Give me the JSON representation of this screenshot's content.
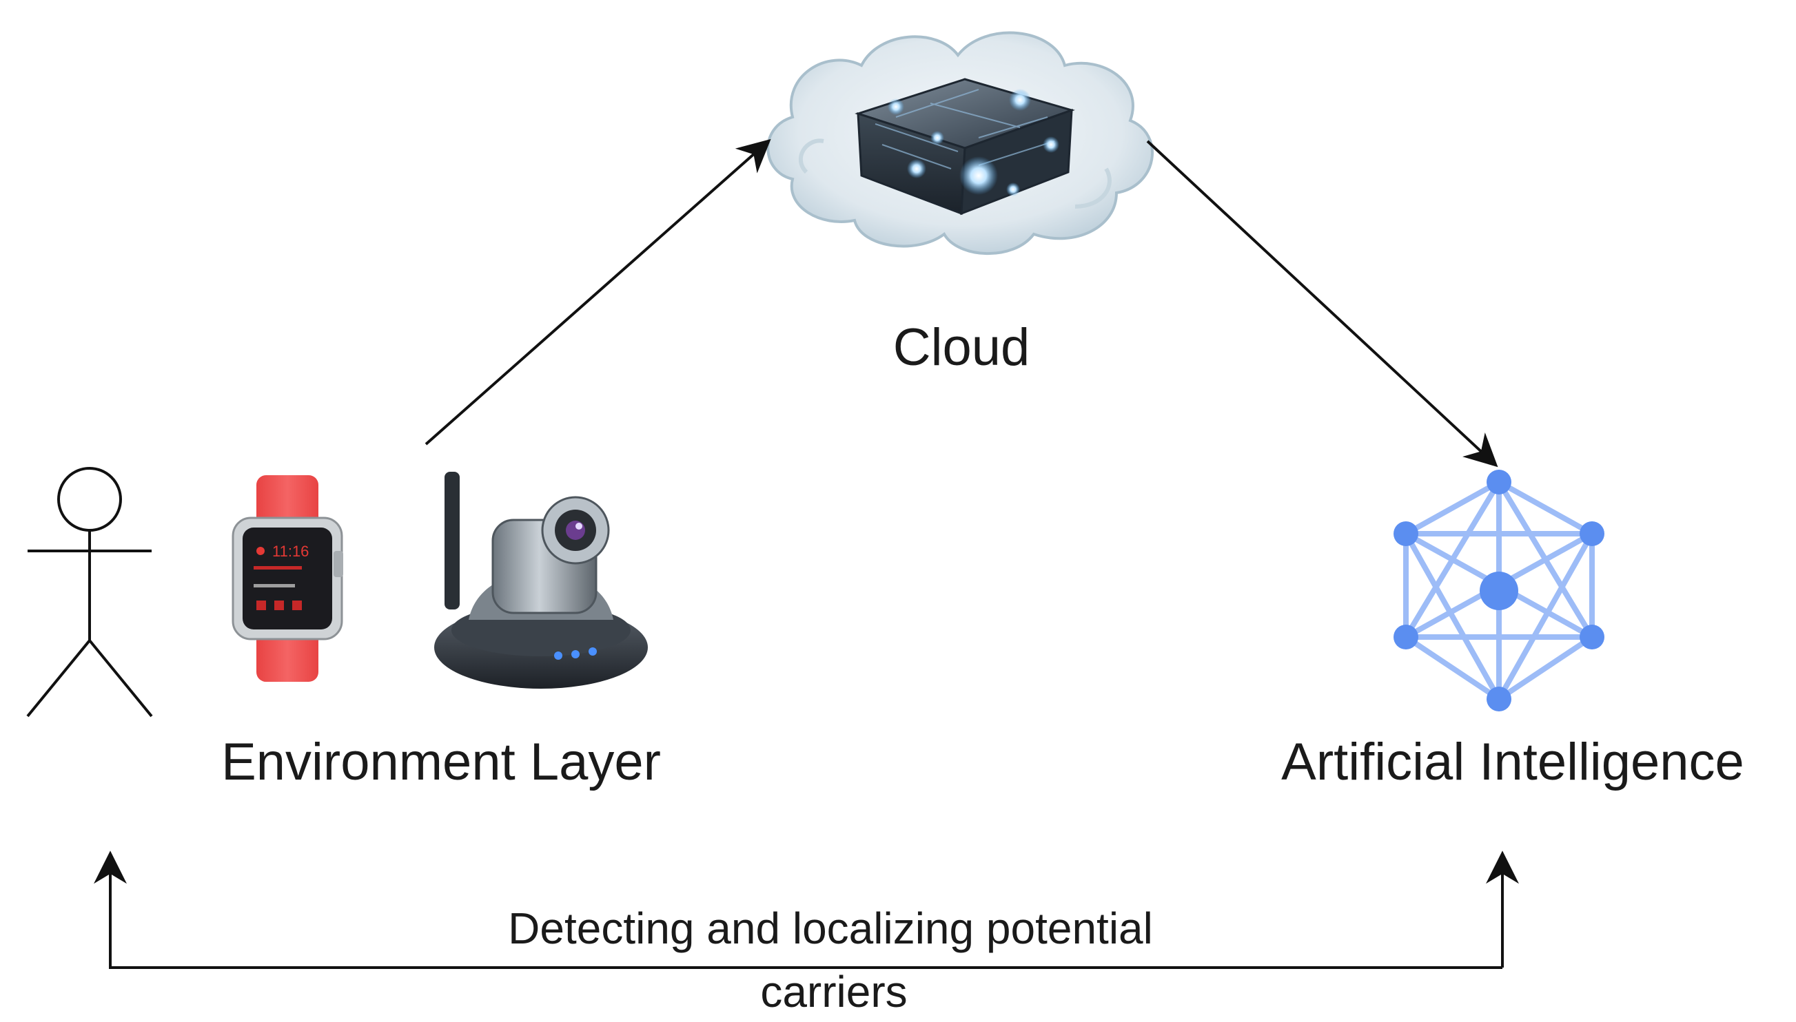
{
  "nodes": {
    "cloud": {
      "label": "Cloud"
    },
    "environment": {
      "label": "Environment Layer"
    },
    "ai": {
      "label": "Artificial Intelligence"
    }
  },
  "feedback": {
    "line1": "Detecting and localizing potential",
    "line2": "carriers"
  },
  "colors": {
    "ink": "#111111",
    "watch_band": "#ef4a4a",
    "watch_screen": "#1b1b1f",
    "watch_text": "#e53935",
    "ai_network": "#5b8ef0",
    "ai_network_light": "#9dbcf7",
    "cloud_fill": "#dfe8ee",
    "cloud_edge": "#9fb6c4",
    "camera_body": "#9aa3ab",
    "camera_base": "#2c3138",
    "camera_led": "#4a90ff"
  },
  "icons": {
    "person": "stick-figure-icon",
    "watch": "smartwatch-icon",
    "camera": "ip-camera-icon",
    "cloud": "cloud-server-icon",
    "ai": "neural-network-icon"
  },
  "watch_screen": {
    "time": "11:16"
  }
}
